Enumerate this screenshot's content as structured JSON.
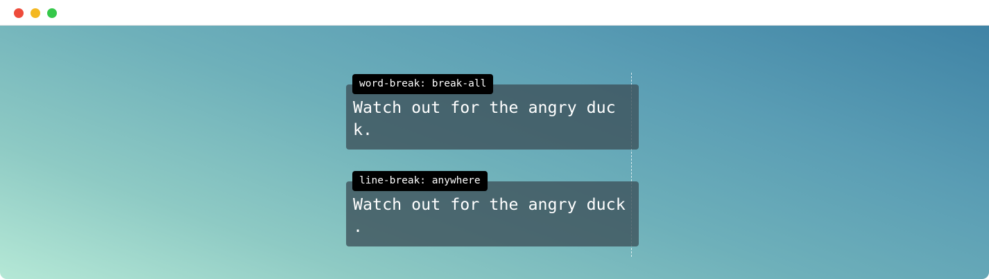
{
  "window": {
    "controls": {
      "close_color": "#ee4b3b",
      "minimize_color": "#f4b821",
      "zoom_color": "#35c84a"
    }
  },
  "demos": [
    {
      "label": "word-break: break-all",
      "lines": [
        "Watch out for the angry duc",
        "k."
      ]
    },
    {
      "label": "line-break: anywhere",
      "lines": [
        "Watch out for the angry duck",
        "."
      ]
    }
  ]
}
